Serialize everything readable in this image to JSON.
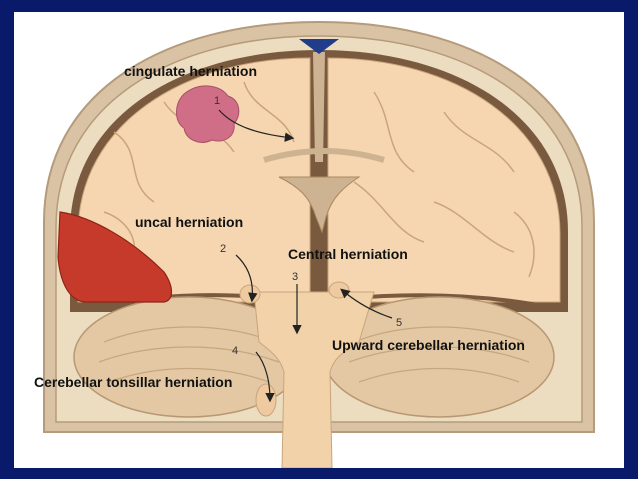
{
  "labels": {
    "cingulate": "cingulate herniation",
    "uncal": "uncal herniation",
    "central": "Central herniation",
    "upward": "Upward cerebellar herniation",
    "tonsillar": "Cerebellar tonsillar herniation"
  },
  "markers": [
    "1",
    "2",
    "3",
    "4",
    "5"
  ],
  "colors": {
    "frame": "#0a1a6b",
    "skull": "#ecdcc0",
    "scalp": "#d9c3a4",
    "dura": "#7a5a3f",
    "brain": "#f5d6b0",
    "cerebellum": "#e3c8a3",
    "mass_pink": "#cf6e86",
    "hematoma": "#c53a2a",
    "ventricle": "#cdb391",
    "sinus": "#1f3d8a"
  }
}
